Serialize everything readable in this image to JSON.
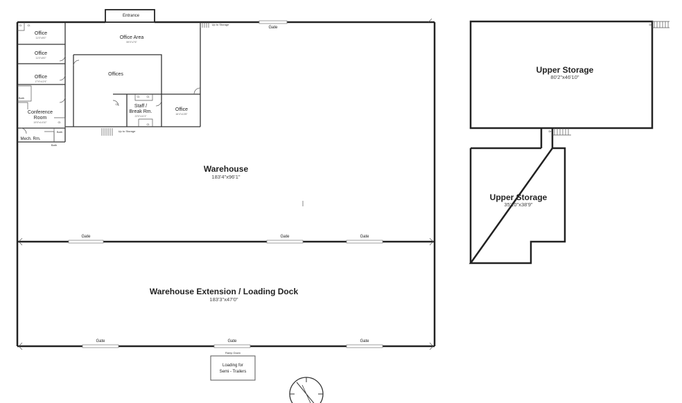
{
  "rooms": {
    "entrance": "Entrance",
    "office_area": {
      "label": "Office Area",
      "dim": "59'0\"x7'6\""
    },
    "office_1": {
      "label": "Office",
      "dim": "11'0\"x9'0\""
    },
    "office_2": {
      "label": "Office",
      "dim": "11'0\"x9'0\""
    },
    "office_3": {
      "label": "Office",
      "dim": "17'9\"x12'4\""
    },
    "offices": "Offices",
    "staff": {
      "label_line1": "Staff /",
      "label_line2": "Break Rm.",
      "dim": "22'0\"x11'3\""
    },
    "office_right": {
      "label": "Office",
      "dim": "16'4\"x13'8\""
    },
    "conference": {
      "label_line1": "Conference",
      "label_line2": "Room",
      "dim": "19'0\"x14'10\""
    },
    "mech": "Mech. Rm.",
    "warehouse": {
      "label": "Warehouse",
      "dim": "183'4\"x96'1\""
    },
    "extension": {
      "label": "Warehouse Extension / Loading Dock",
      "dim": "183'3\"x47'0\""
    },
    "upper_storage_1": {
      "label": "Upper Storage",
      "dim": "80'2\"x46'10\""
    },
    "upper_storage_2": {
      "label": "Upper Storage",
      "dim": "35'10\"x38'9\""
    },
    "loading": {
      "line1": "Loading for",
      "line2": "Semi - Trailers"
    }
  },
  "small_labels": {
    "cl": "Cl.",
    "bath": "Bath",
    "dn": "Dn",
    "up_to_storage": "Up to Storage",
    "up_to_storage_2": "Up to Storage",
    "ramp_down": "Ramp Down"
  },
  "gates": {
    "top": "Gate",
    "mid_left": "Gate",
    "mid_center": "Gate",
    "mid_right": "Gate",
    "bottom_left": "Gate",
    "bottom_center": "Gate",
    "bottom_right": "Gate"
  }
}
